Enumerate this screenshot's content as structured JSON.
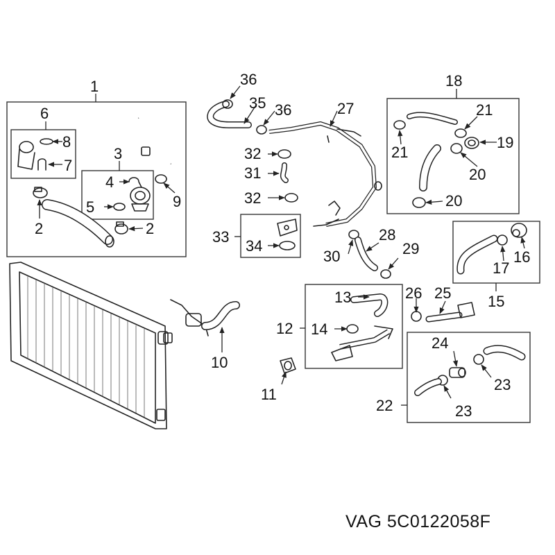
{
  "labels": {
    "l1": "1",
    "l2a": "2",
    "l2b": "2",
    "l3": "3",
    "l4": "4",
    "l5": "5",
    "l6": "6",
    "l7": "7",
    "l8": "8",
    "l9": "9",
    "l10": "10",
    "l11": "11",
    "l12": "12",
    "l13": "13",
    "l14": "14",
    "l15": "15",
    "l16": "16",
    "l17": "17",
    "l18": "18",
    "l19": "19",
    "l20a": "20",
    "l20b": "20",
    "l21a": "21",
    "l21b": "21",
    "l22": "22",
    "l23a": "23",
    "l23b": "23",
    "l24": "24",
    "l25": "25",
    "l26": "26",
    "l27": "27",
    "l28": "28",
    "l29": "29",
    "l30": "30",
    "l31": "31",
    "l32a": "32",
    "l32b": "32",
    "l33": "33",
    "l34": "34",
    "l35": "35",
    "l36a": "36",
    "l36b": "36"
  },
  "brand_text": "VAG 5C0122058F"
}
